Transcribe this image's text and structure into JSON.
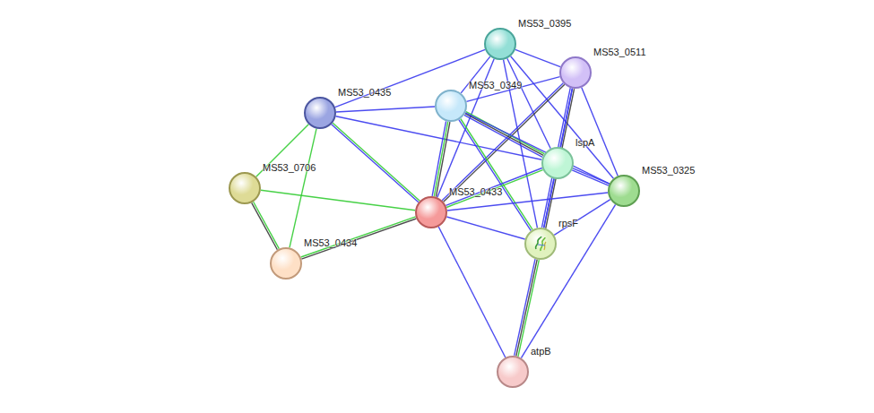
{
  "diagram": {
    "nodes": [
      {
        "text": [
          "MS53_0395"
        ]
      },
      {
        "text": [
          "MS53_0511"
        ]
      },
      {
        "text": [
          "MS53_0349"
        ]
      },
      {
        "text": [
          "MS53_0435"
        ]
      },
      {
        "text": [
          "lspA"
        ]
      },
      {
        "text": [
          "MS53_0706"
        ]
      },
      {
        "text": [
          "MS53_0325"
        ]
      },
      {
        "text": [
          "MS53_0433"
        ]
      },
      {
        "text": [
          "rpsF"
        ]
      },
      {
        "text": [
          "MS53_0434"
        ]
      },
      {
        "text": [
          "atpB"
        ]
      }
    ],
    "edges": [
      {
        "from": 0,
        "to": 3,
        "arrow": "none"
      },
      {
        "from": 0,
        "to": 2,
        "arrow": "none"
      },
      {
        "from": 0,
        "to": 1,
        "arrow": "none"
      },
      {
        "from": 0,
        "to": 4,
        "arrow": "none"
      },
      {
        "from": 0,
        "to": 6,
        "arrow": "none"
      },
      {
        "from": 0,
        "to": 7,
        "arrow": "none"
      },
      {
        "from": 0,
        "to": 8,
        "arrow": "none"
      },
      {
        "from": 1,
        "to": 2,
        "arrow": "none"
      },
      {
        "from": 1,
        "to": 4,
        "arrow": "none"
      },
      {
        "from": 1,
        "to": 6,
        "arrow": "none"
      },
      {
        "from": 1,
        "to": 7,
        "arrow": "none"
      },
      {
        "from": 1,
        "to": 8,
        "arrow": "none"
      },
      {
        "from": 3,
        "to": 2,
        "arrow": "none"
      },
      {
        "from": 3,
        "to": 4,
        "arrow": "none"
      },
      {
        "from": 3,
        "to": 7,
        "arrow": "none"
      },
      {
        "from": 3,
        "to": 5,
        "arrow": "none"
      },
      {
        "from": 3,
        "to": 9,
        "arrow": "none"
      },
      {
        "from": 2,
        "to": 4,
        "arrow": "none"
      },
      {
        "from": 2,
        "to": 7,
        "arrow": "none"
      },
      {
        "from": 2,
        "to": 8,
        "arrow": "none"
      },
      {
        "from": 2,
        "to": 6,
        "arrow": "none"
      },
      {
        "from": 4,
        "to": 7,
        "arrow": "none"
      },
      {
        "from": 4,
        "to": 6,
        "arrow": "none"
      },
      {
        "from": 4,
        "to": 8,
        "arrow": "none"
      },
      {
        "from": 6,
        "to": 7,
        "arrow": "none"
      },
      {
        "from": 6,
        "to": 8,
        "arrow": "none"
      },
      {
        "from": 6,
        "to": 10,
        "arrow": "none"
      },
      {
        "from": 5,
        "to": 7,
        "arrow": "none"
      },
      {
        "from": 5,
        "to": 9,
        "arrow": "none"
      },
      {
        "from": 7,
        "to": 9,
        "arrow": "none"
      },
      {
        "from": 7,
        "to": 8,
        "arrow": "none"
      },
      {
        "from": 7,
        "to": 10,
        "arrow": "none"
      },
      {
        "from": 8,
        "to": 10,
        "arrow": "none"
      }
    ]
  }
}
